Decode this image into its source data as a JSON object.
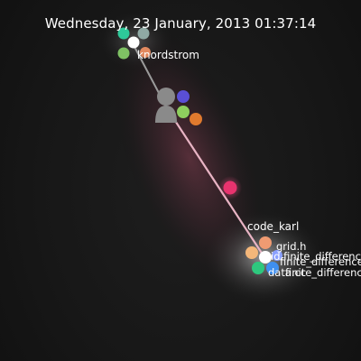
{
  "timestamp": "Wednesday, 23 January, 2013 01:37:14",
  "labels": {
    "user_top": "knordstrom",
    "user_bottom": "code_karl",
    "file_grid": "grid.h",
    "file_grid_finite": "grid.finite_difference",
    "file_finite": "finite_difference",
    "file_data": "data.cc",
    "file_finite_diff": "finite_difference"
  },
  "colors": {
    "branch_line": "#e8b4c4",
    "branch_node": "#e8336e",
    "glow": "#d4607e",
    "cluster_glow": "#ffffff"
  },
  "icons": {
    "user_avatar": "user-silhouette-icon"
  }
}
